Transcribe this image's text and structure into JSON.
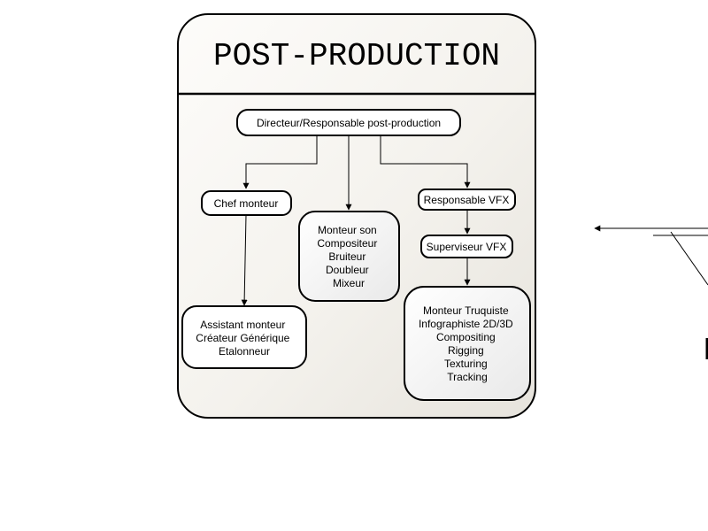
{
  "title": "POST-PRODUCTION",
  "nodes": {
    "director": {
      "label": "Directeur/Responsable post-production"
    },
    "chief_editor": {
      "label": "Chef monteur"
    },
    "editor_roles": {
      "lines": [
        "Assistant monteur",
        "Créateur Générique",
        "Etalonneur"
      ]
    },
    "sound_roles": {
      "lines": [
        "Monteur son",
        "Compositeur",
        "Bruiteur",
        "Doubleur",
        "Mixeur"
      ]
    },
    "vfx_manager": {
      "label": "Responsable VFX"
    },
    "vfx_supervisor": {
      "label": "Superviseur VFX"
    },
    "vfx_roles": {
      "lines": [
        "Monteur Truquiste",
        "Infographiste 2D/3D",
        "Compositing",
        "Rigging",
        "Texturing",
        "Tracking"
      ]
    }
  },
  "colors": {
    "panel_fill_light": "#fdfcfa",
    "panel_fill_dark": "#e6e3dc",
    "box_fill": "#ffffff",
    "role_box_fill": "#f3f3f3",
    "stroke": "#000000"
  }
}
